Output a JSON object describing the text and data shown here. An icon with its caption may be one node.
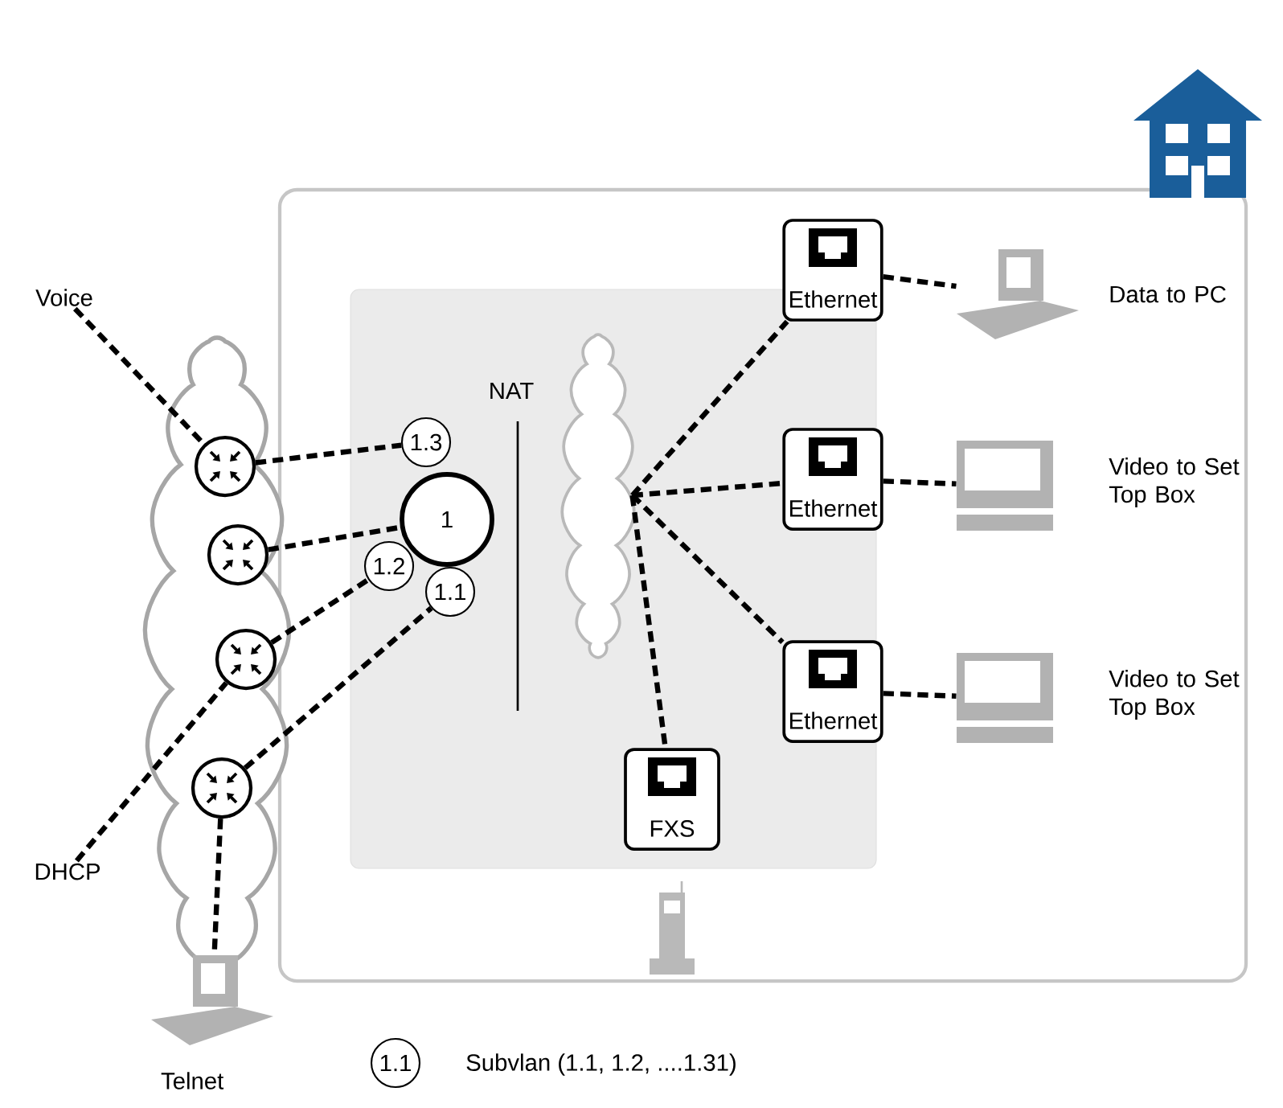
{
  "diagram": {
    "nodes": [
      {
        "text": [
          "Voice"
        ]
      },
      {
        "text": [
          "DHCP"
        ]
      },
      {
        "text": [],
        "shape": "circle"
      },
      {
        "text": [],
        "shape": "circle"
      },
      {
        "text": [],
        "shape": "circle"
      },
      {
        "text": [],
        "shape": "circle"
      },
      {
        "text": [],
        "shape": "picture",
        "beside": [
          "Telnet"
        ]
      },
      {
        "text": [
          "1.3"
        ]
      },
      {
        "text": [
          "1"
        ]
      },
      {
        "text": [
          "1.2"
        ]
      },
      {
        "text": [
          "1.1"
        ]
      },
      {
        "text": [],
        "shape": "cloud"
      },
      {
        "text": [
          "Ethernet"
        ]
      },
      {
        "text": [
          "Ethernet"
        ]
      },
      {
        "text": [
          "Ethernet"
        ]
      },
      {
        "text": [
          "FXS"
        ]
      },
      {
        "text": [],
        "shape": "picture",
        "beside": [
          "Data to PC"
        ]
      },
      {
        "text": [],
        "shape": "picture",
        "beside": [
          "Video to Set Top Box"
        ]
      },
      {
        "text": [],
        "shape": "picture",
        "beside": [
          "Video to Set Top Box"
        ]
      }
    ],
    "edges": [
      {
        "from": 0,
        "to": 2,
        "arrow": "none",
        "style": "dashed"
      },
      {
        "from": 2,
        "to": 7,
        "arrow": "none",
        "style": "dashed"
      },
      {
        "from": 3,
        "to": 8,
        "arrow": "none",
        "style": "dashed"
      },
      {
        "from": 4,
        "to": 9,
        "arrow": "none",
        "style": "dashed"
      },
      {
        "from": 1,
        "to": 4,
        "arrow": "none",
        "style": "dashed"
      },
      {
        "from": 5,
        "to": 10,
        "arrow": "none",
        "style": "dashed"
      },
      {
        "from": 5,
        "to": 6,
        "arrow": "none",
        "style": "dashed"
      },
      {
        "from": 11,
        "to": 12,
        "arrow": "none",
        "style": "dashed"
      },
      {
        "from": 11,
        "to": 13,
        "arrow": "none",
        "style": "dashed"
      },
      {
        "from": 11,
        "to": 14,
        "arrow": "none",
        "style": "dashed"
      },
      {
        "from": 11,
        "to": 15,
        "arrow": "none",
        "style": "dashed"
      },
      {
        "from": 12,
        "to": 16,
        "arrow": "none",
        "style": "dashed"
      },
      {
        "from": 13,
        "to": 17,
        "arrow": "none",
        "style": "dashed"
      },
      {
        "from": 14,
        "to": 18,
        "arrow": "none",
        "style": "dashed"
      }
    ],
    "labels": [
      "NAT",
      "1.1"
    ],
    "legend": [
      {
        "text": "Subvlan (1.1, 1.2, ....1.31)"
      }
    ]
  }
}
